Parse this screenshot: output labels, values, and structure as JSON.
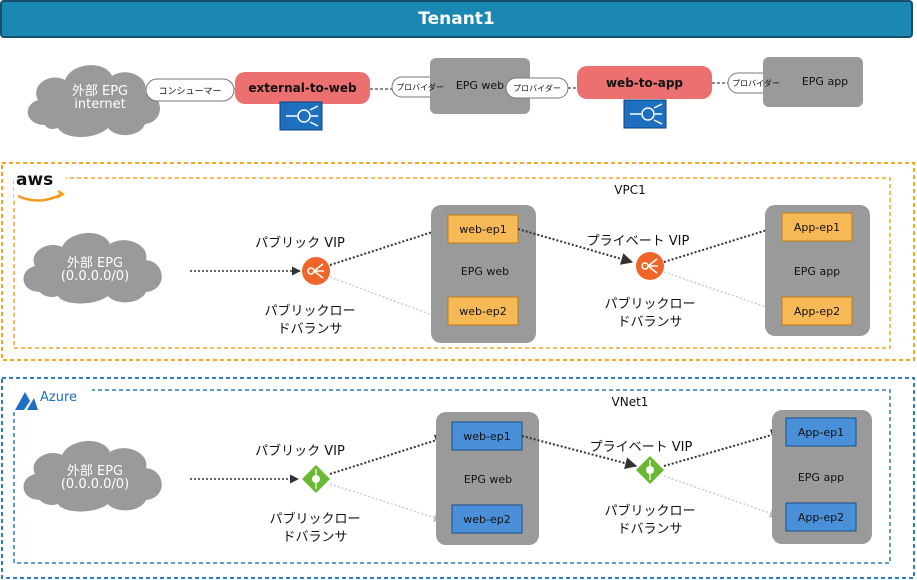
{
  "tenant": {
    "title": "Tenant1"
  },
  "top": {
    "external_epg": {
      "line1": "外部 EPG",
      "line2": "internet"
    },
    "consumer_label": "コンシューマー",
    "contract1": "external-to-web",
    "provider_label": "プロバイダー",
    "epg_web": "EPG web",
    "contract2": "web-to-app",
    "epg_app": "EPG app"
  },
  "aws": {
    "logo": "aws",
    "vpc_label": "VPC1",
    "external_epg": {
      "line1": "外部 EPG",
      "line2": "(0.0.0.0/0)"
    },
    "public_vip": "パブリック VIP",
    "private_vip": "プライベート VIP",
    "lb_label_public": {
      "line1": "パブリックロー",
      "line2": "ドバランサ"
    },
    "lb_label_private": {
      "line1": "パブリックロー",
      "line2": "ドバランサ"
    },
    "epg_web": "EPG web",
    "web_ep1": "web-ep1",
    "web_ep2": "web-ep2",
    "epg_app": "EPG app",
    "app_ep1": "App-ep1",
    "app_ep2": "App-ep2",
    "colors": {
      "border": "#f5a623",
      "endpoint": "#f7b955"
    }
  },
  "azure": {
    "logo": "Azure",
    "vnet_label": "VNet1",
    "external_epg": {
      "line1": "外部 EPG",
      "line2": "(0.0.0.0/0)"
    },
    "public_vip": "パブリック VIP",
    "private_vip": "プライベート VIP",
    "lb_label_public": {
      "line1": "パブリックロー",
      "line2": "ドバランサ"
    },
    "lb_label_private": {
      "line1": "パブリックロー",
      "line2": "ドバランサ"
    },
    "epg_web": "EPG web",
    "web_ep1": "web-ep1",
    "web_ep2": "web-ep2",
    "epg_app": "EPG app",
    "app_ep1": "App-ep1",
    "app_ep2": "App-ep2",
    "colors": {
      "border": "#2f7cb7",
      "endpoint": "#4a90d9"
    }
  },
  "icons": {
    "cloud": "cloud-shape",
    "contract": "contract-filter-icon",
    "aws_lb": "aws-load-balancer-icon",
    "azure_lb": "azure-load-balancer-icon"
  }
}
